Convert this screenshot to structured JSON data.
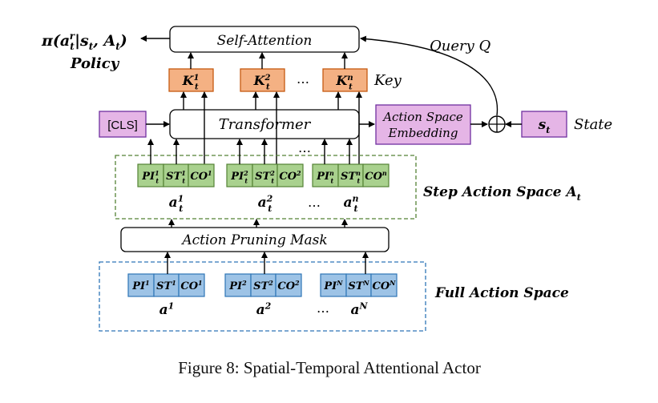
{
  "figure": {
    "caption": "Figure 8: Spatial-Temporal Attentional Actor",
    "policy": {
      "expression": "π(a_t^r | s_t, A_t)",
      "label": "Policy"
    },
    "self_attention": "Self-Attention",
    "query_label": "Query Q",
    "keys": {
      "items": [
        "K_t^1",
        "K_t^2",
        "K_t^n"
      ],
      "ellipsis": "…",
      "label": "Key"
    },
    "cls": "[CLS]",
    "transformer": "Transformer",
    "action_space_embedding": "Action Space\nEmbedding",
    "state": {
      "symbol": "s_t",
      "label": "State"
    },
    "transformer_ellipsis": "…",
    "step_action_space": {
      "label": "Step Action Space A_t",
      "groups": [
        {
          "cells": [
            "PI_t^1",
            "ST_t^1",
            "CO^1"
          ],
          "name": "a_t^1"
        },
        {
          "cells": [
            "PI_t^2",
            "ST_t^2",
            "CO^2"
          ],
          "name": "a_t^2"
        },
        {
          "cells": [
            "PI_t^n",
            "ST_t^n",
            "CO^n"
          ],
          "name": "a_t^n"
        }
      ],
      "ellipsis": "…"
    },
    "action_pruning_mask": "Action Pruning Mask",
    "full_action_space": {
      "label": "Full Action Space",
      "groups": [
        {
          "cells": [
            "PI^1",
            "ST^1",
            "CO^1"
          ],
          "name": "a^1"
        },
        {
          "cells": [
            "PI^2",
            "ST^2",
            "CO^2"
          ],
          "name": "a^2"
        },
        {
          "cells": [
            "PI^N",
            "ST^N",
            "CO^N"
          ],
          "name": "a^N"
        }
      ],
      "ellipsis": "…"
    },
    "colors": {
      "key_fill": "#f4b183",
      "key_stroke": "#c55a11",
      "cls_fill": "#e5b5e6",
      "cls_stroke": "#7030a0",
      "step_fill": "#a9d18e",
      "step_stroke": "#548235",
      "full_fill": "#9dc3e6",
      "full_stroke": "#2e75b6"
    }
  }
}
